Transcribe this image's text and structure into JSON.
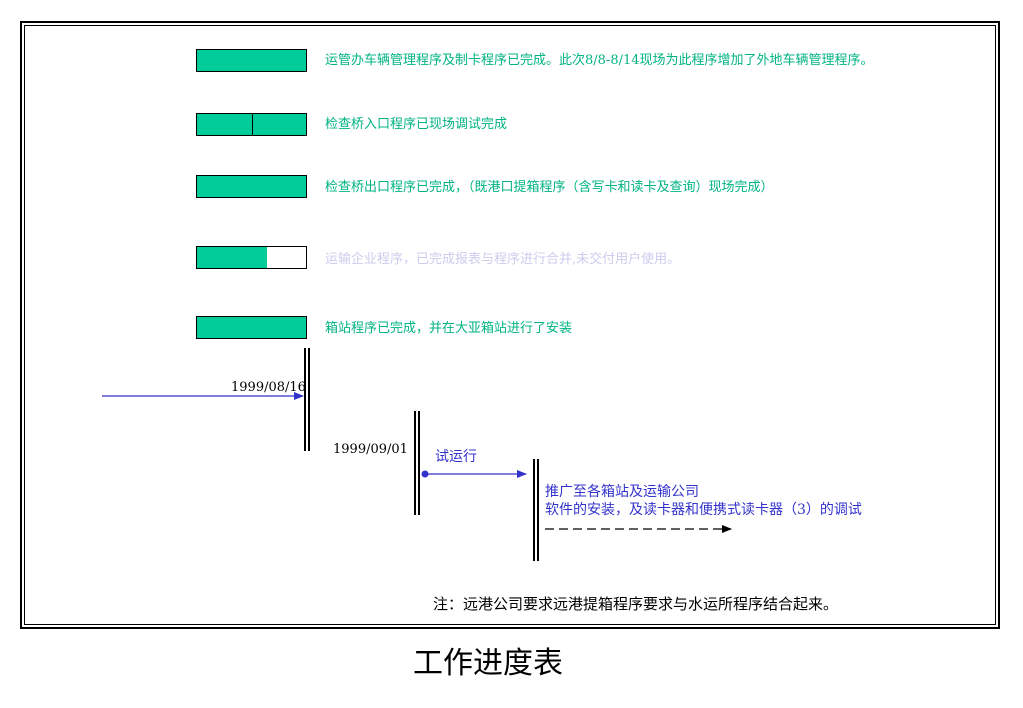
{
  "tasks": [
    {
      "text": "运管办车辆管理程序及制卡程序已完成。此次8/8-8/14现场为此程序增加了外地车辆管理程序。",
      "progress": 1.0
    },
    {
      "text": "检查桥入口程序已现场调试完成",
      "progress": 1.0
    },
    {
      "text": "检查桥出口程序已完成，（既港口提箱程序（含写卡和读卡及查询）现场完成）",
      "progress": 1.0
    },
    {
      "text": "运输企业程序，已完成报表与程序进行合并,未交付用户使用。",
      "progress": 0.64
    },
    {
      "text": "箱站程序已完成，并在大亚箱站进行了安装",
      "progress": 1.0
    }
  ],
  "milestones": {
    "date1": "1999/08/16",
    "date2": "1999/09/01",
    "trial": "试运行",
    "rollout_line1": "推广至各箱站及运输公司",
    "rollout_line2": "软件的安装，及读卡器和便携式读卡器（3）的调试"
  },
  "note": "注：远港公司要求远港提箱程序要求与水运所程序结合起来。",
  "title": "工作进度表",
  "colors": {
    "bar_fill": "#00cc99",
    "active_text": "#00b383",
    "faded_text": "#ccccee",
    "arrow": "#3333cc"
  }
}
